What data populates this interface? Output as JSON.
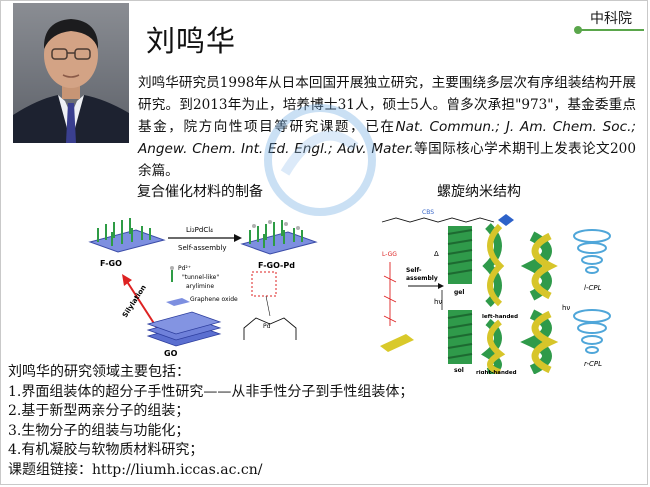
{
  "header": {
    "name": "刘鸣华",
    "organization": "中科院"
  },
  "bio": {
    "plain": "刘鸣华研究员1998年从日本回国开展独立研究，主要围绕多层次有序组装结构开展研究。到2013年为止，培养博士31人，硕士5人。曾多次承担\"973\"，基金委重点基金，院方向性项目等研究课题，已在",
    "journals": "Nat. Commun.; J. Am. Chem. Soc.; Angew. Chem. Int. Ed. Engl.; Adv. Mater.",
    "tail": "等国际核心学术期刊上发表论文200余篇。"
  },
  "figures": {
    "left": {
      "caption": "复合催化材料的制备",
      "labels": {
        "fgo": "F-GO",
        "fgopd": "F-GO-Pd",
        "reagent": "Li₂PdCl₄",
        "self_assembly": "Self-assembly",
        "pd": "Pd²⁺",
        "tunnel": "\"tunnel-like\"",
        "arylimine": "arylimine",
        "graphene_oxide": "Graphene oxide",
        "silylation": "Silylation",
        "go": "GO"
      }
    },
    "right": {
      "caption": "螺旋纳米结构",
      "labels": {
        "cbs": "CBS",
        "lgg": "L-GG",
        "self_assembly": "Self-\nassembly",
        "gel": "gel",
        "sol": "sol",
        "hv": "hν",
        "delta": "Δ",
        "left_handed": "left-handed",
        "right_handed": "right-handed",
        "l_cpl": "l-CPL",
        "r_cpl": "r-CPL"
      }
    }
  },
  "research": {
    "intro": "刘鸣华的研究领域主要包括：",
    "items": [
      "1.界面组装体的超分子手性研究——从非手性分子到手性组装体；",
      "2.基于新型两亲分子的组装；",
      "3.生物分子的组装与功能化；",
      "4.有机凝胶与软物质材料研究；"
    ],
    "link": "课题组链接：http://liumh.iccas.ac.cn/"
  },
  "colors": {
    "accent_green": "#5aa64b",
    "blue_sheet": "#6d7fd6",
    "helix_green": "#2f9a4a",
    "helix_yellow": "#d7c52a"
  }
}
